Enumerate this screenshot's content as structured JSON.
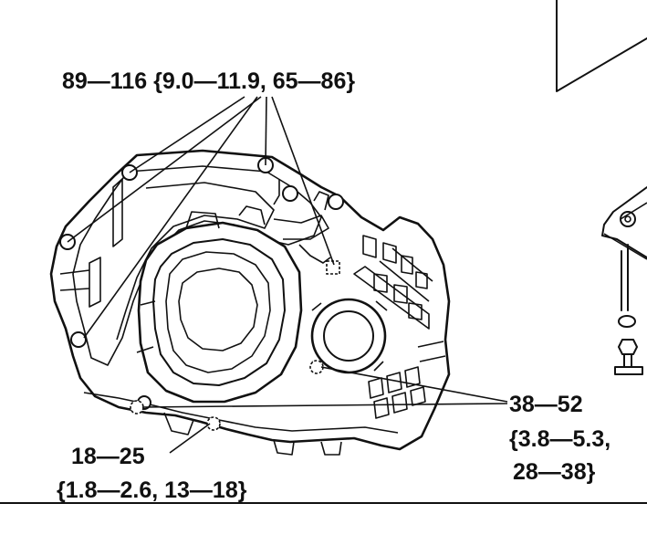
{
  "labels": {
    "top_torque": "89—116 {9.0—11.9, 65—86}",
    "right_torque_line1": "38—52",
    "right_torque_line2": "{3.8—5.3,",
    "right_torque_line3": "28—38}",
    "left_torque_line1": "18—25",
    "left_torque_line2": "{1.8—2.6, 13—18}"
  }
}
